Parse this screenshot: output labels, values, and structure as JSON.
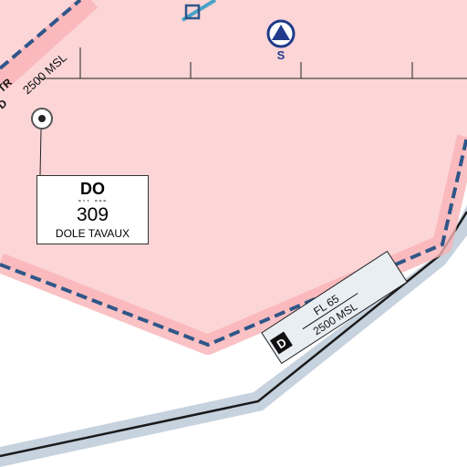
{
  "colors": {
    "airspace_fill": "#fcd5d7",
    "airspace_band": "#f9b3b7",
    "airspace_border": "#2f5688",
    "airway_band": "#c6d2de",
    "airway_line": "#111111",
    "navaid_symbol": "#1f3b8a",
    "label_bg": "#e9eef3"
  },
  "icons": {
    "obstacle": "vor-circle-icon",
    "reporting_point": "triangle-in-circle-icon",
    "runway": "diamond-icon"
  },
  "airspace_left_label": {
    "partial_lines": [
      "TR",
      "D"
    ],
    "altitude": "2500 MSL"
  },
  "reporting_point": {
    "label": "S"
  },
  "navaid": {
    "ident": "DO",
    "morse": "-·· ---",
    "frequency": "309",
    "name": "DOLE TAVAUX"
  },
  "airspace_class_box": {
    "class_letter": "D",
    "upper_limit": "FL 65",
    "lower_limit": "2500 MSL"
  }
}
